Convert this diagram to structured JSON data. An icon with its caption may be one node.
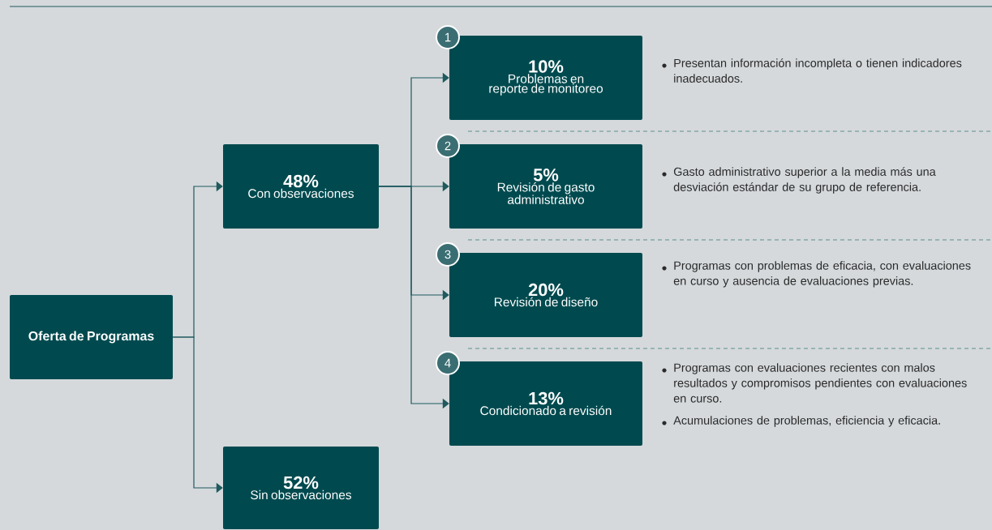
{
  "diagram": {
    "nodes": [
      {
        "text": [
          "Oferta de Programas"
        ]
      },
      {
        "text": [
          "48%",
          "Con observaciones"
        ]
      },
      {
        "text": [
          "52%",
          "Sin observaciones"
        ]
      },
      {
        "text": [
          "10%",
          "Problemas en reporte de monitoreo"
        ],
        "beside": [
          "Presentan información incompleta o tienen indicadores inadecuados."
        ]
      },
      {
        "text": [
          "5%",
          "Revisión de gasto administrativo"
        ],
        "beside": [
          "Gasto administrativo superior a la media más una desviación estándar de su grupo de referencia."
        ]
      },
      {
        "text": [
          "20%",
          "Revisión de diseño"
        ],
        "beside": [
          "Programas con problemas de eficacia, con evaluaciones en curso y ausencia de evaluaciones previas."
        ]
      },
      {
        "text": [
          "13%",
          "Condicionado a revisión"
        ],
        "beside": [
          "Programas con evaluaciones recientes con malos resultados y compromisos pendientes con evaluaciones en curso.",
          "Acumulaciones de problemas, eficiencia y eficacia."
        ]
      }
    ],
    "edges": [
      {
        "from": 0,
        "to": 1,
        "arrow": "to"
      },
      {
        "from": 0,
        "to": 2,
        "arrow": "to"
      },
      {
        "from": 1,
        "to": 3,
        "arrow": "to"
      },
      {
        "from": 1,
        "to": 4,
        "arrow": "to"
      },
      {
        "from": 1,
        "to": 5,
        "arrow": "to"
      },
      {
        "from": 1,
        "to": 6,
        "arrow": "to"
      }
    ],
    "labels": [
      "1",
      "2",
      "3",
      "4"
    ]
  }
}
